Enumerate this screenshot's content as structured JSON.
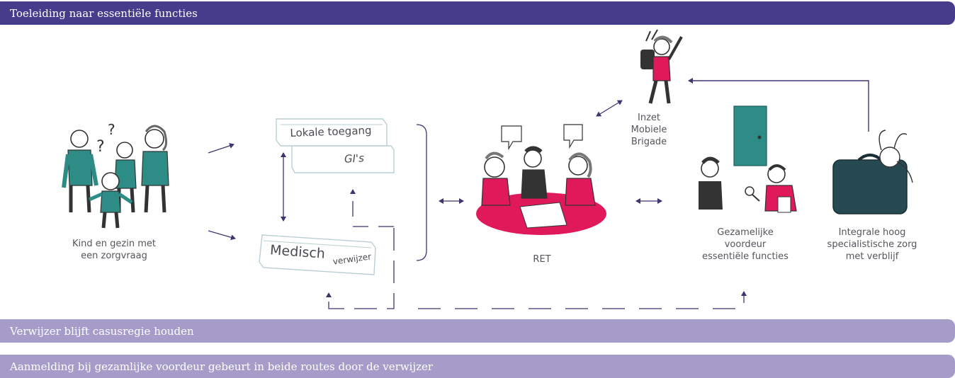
{
  "banners": {
    "top": "Toeleiding naar essentiële functies",
    "middle": "Verwijzer blijft casusregie houden",
    "bottom": "Aanmelding bij gezamlijke voordeur gebeurt in beide routes door de verwijzer"
  },
  "nodes": {
    "family": "Kind en gezin met\neen zorgvraag",
    "ret": "RET",
    "brigade": "Inzet\nMobiele\nBrigade",
    "front_door": "Gezamelijke\nvoordeur\nessentiële functies",
    "specialist_care": "Integrale hoog\nspecialistische zorg\nmet verblijf"
  },
  "boxes": {
    "local_access": "Lokale toegang",
    "gis": "GI's",
    "medical": "Medisch",
    "referrer": "verwijzer"
  },
  "colors": {
    "banner_dark": "#453c8c",
    "banner_light": "#a59cc9",
    "arrow": "#3d3570",
    "teal": "#2e8c86",
    "magenta": "#e0195a",
    "box_outline": "#b9cfd2",
    "case_dark": "#274a52"
  }
}
